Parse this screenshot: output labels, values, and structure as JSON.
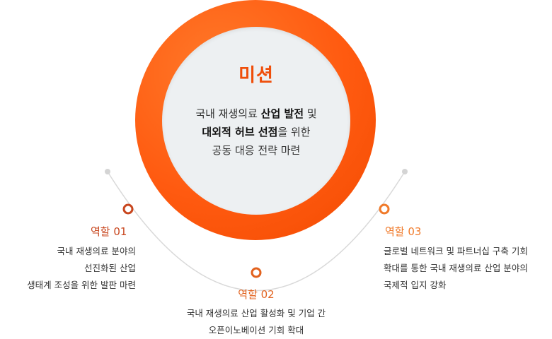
{
  "mission": {
    "title": "미션",
    "line1_prefix": "국내 재생의료 ",
    "line1_bold": "산업 발전",
    "line1_suffix": " 및",
    "line2_bold": "대외적 허브 선점",
    "line2_suffix": "을 위한",
    "line3": "공동 대응 전략 마련"
  },
  "roles": [
    {
      "title": "역할 01",
      "lines": [
        "국내 재생의료 분야의",
        "선진화된 산업",
        "생태계 조성을 위한 발판 마련"
      ]
    },
    {
      "title": "역할 02",
      "lines": [
        "국내 재생의료 산업 활성화 및 기업 간",
        "오픈이노베이션 기회 확대"
      ]
    },
    {
      "title": "역할 03",
      "lines": [
        "글로벌 네트워크 및 파트너십 구축 기회",
        "확대를 통한 국내 재생의료 산업 분야의",
        "국제적 입지 강화"
      ]
    }
  ],
  "colors": {
    "accent": "#ef4e0a",
    "role_01": "#c8461e",
    "role_02": "#e2621e",
    "role_03": "#f07a2a",
    "arc": "#d9d9d9"
  }
}
